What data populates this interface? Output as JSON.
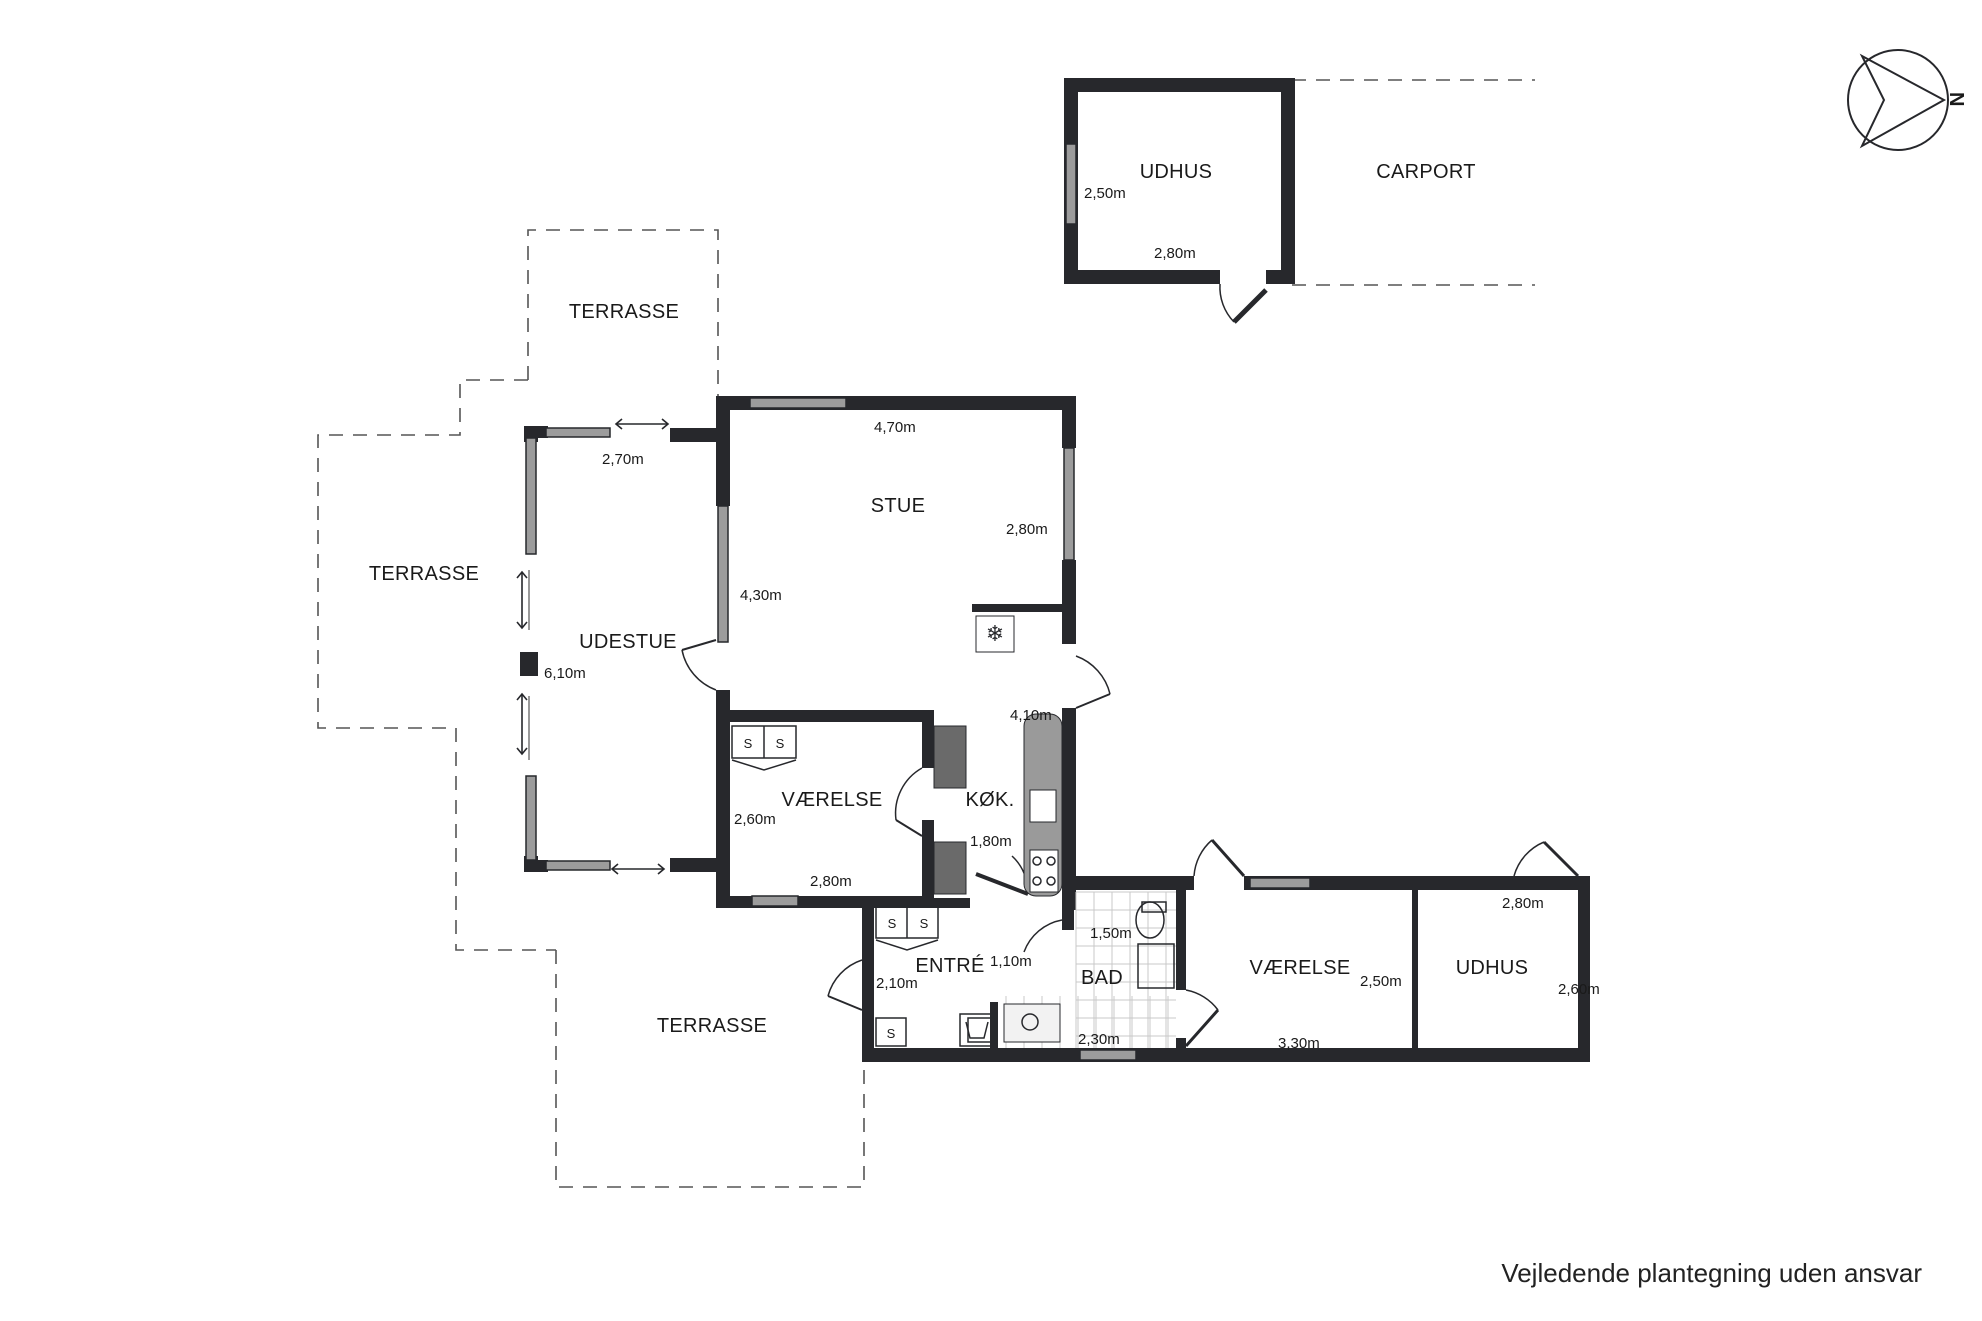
{
  "rooms": {
    "udhus_top": "UDHUS",
    "carport": "CARPORT",
    "terrasse_top": "TERRASSE",
    "terrasse_left": "TERRASSE",
    "terrasse_bottom": "TERRASSE",
    "udestue": "UDESTUE",
    "stue": "STUE",
    "vaerelse_left": "VÆRELSE",
    "kok": "KØK.",
    "entre": "ENTRÉ",
    "bad": "BAD",
    "vaerelse_right": "VÆRELSE",
    "udhus_right": "UDHUS"
  },
  "dimensions": {
    "udhus_top_h": "2,50m",
    "udhus_top_w": "2,80m",
    "udestue_top": "2,70m",
    "udestue_len": "6,10m",
    "stue_top": "4,70m",
    "stue_right": "2,80m",
    "stue_left": "4,30m",
    "stue_mid": "4,10m",
    "vaerelse_left_h": "2,60m",
    "vaerelse_left_w": "2,80m",
    "kok": "1,80m",
    "bad_top": "1,50m",
    "entre_small": "1,10m",
    "entre_w": "2,10m",
    "bad_bottom": "2,30m",
    "vaerelse_right_h": "2,50m",
    "vaerelse_right_w": "3,30m",
    "udhus_right_w": "2,80m",
    "udhus_right_h": "2,60m"
  },
  "fixtures": {
    "closet_mark": "S"
  },
  "compass": {
    "north_label": "N"
  },
  "caption": "Vejledende plantegning uden ansvar"
}
